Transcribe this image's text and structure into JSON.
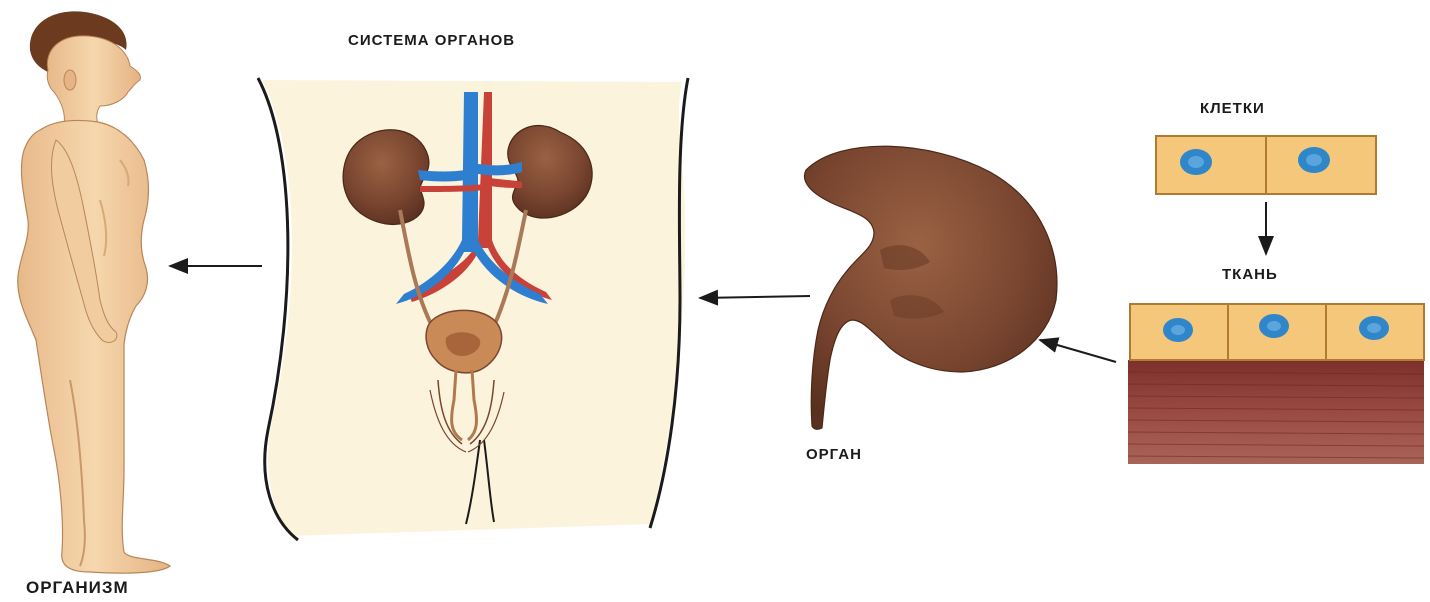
{
  "labels": {
    "organism": "ОРГАНИЗМ",
    "organ_system": "СИСТЕМА ОРГАНОВ",
    "organ": "ОРГАН",
    "cells": "КЛЕТКИ",
    "tissue": "ТКАНЬ"
  },
  "colors": {
    "skin": "#f3d2a6",
    "skin_shadow": "#d9a878",
    "hair": "#6b3a1f",
    "kidney": "#7a4630",
    "kidney_highlight": "#8e5a40",
    "vein": "#2f7fd0",
    "artery": "#c8423a",
    "cell_fill": "#f4c77a",
    "nucleus": "#2f86c8",
    "muscle": "#8a3a35",
    "panel_bg": "#fbf3dc",
    "arrow": "#1b1b1b"
  }
}
